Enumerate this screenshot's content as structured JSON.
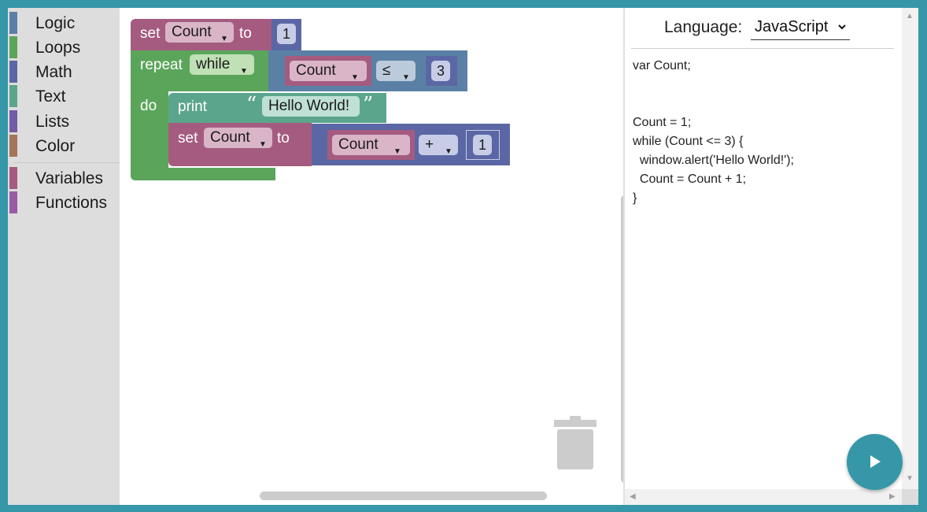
{
  "toolbox": {
    "categories": [
      {
        "label": "Logic",
        "color": "#5b80a5"
      },
      {
        "label": "Loops",
        "color": "#5ba55b"
      },
      {
        "label": "Math",
        "color": "#5b67a5"
      },
      {
        "label": "Text",
        "color": "#5ba58c"
      },
      {
        "label": "Lists",
        "color": "#745ba5"
      },
      {
        "label": "Color",
        "color": "#a5745b"
      },
      {
        "label": "Variables",
        "color": "#a55b80"
      },
      {
        "label": "Functions",
        "color": "#995ba5"
      }
    ]
  },
  "blocks": {
    "set1": {
      "keyword": "set",
      "var": "Count",
      "to": "to",
      "value": "1"
    },
    "repeat": {
      "keyword": "repeat",
      "mode": "while",
      "do": "do",
      "left_var": "Count",
      "op": "≤",
      "right": "3"
    },
    "print": {
      "keyword": "print",
      "text": "Hello World!",
      "open_quote": "“",
      "close_quote": "”"
    },
    "set2": {
      "keyword": "set",
      "var": "Count",
      "to": "to",
      "left_var": "Count",
      "op": "+",
      "right": "1"
    }
  },
  "code_panel": {
    "language_label": "Language:",
    "language": "JavaScript",
    "code": "var Count;\n\n\nCount = 1;\nwhile (Count <= 3) {\n  window.alert('Hello World!');\n  Count = Count + 1;\n}"
  },
  "colors": {
    "frame": "#3597a8",
    "variables": "#a55b80",
    "loops": "#5ba55b",
    "math": "#5b67a5",
    "text": "#5ba58c",
    "logic": "#5b80a5"
  }
}
